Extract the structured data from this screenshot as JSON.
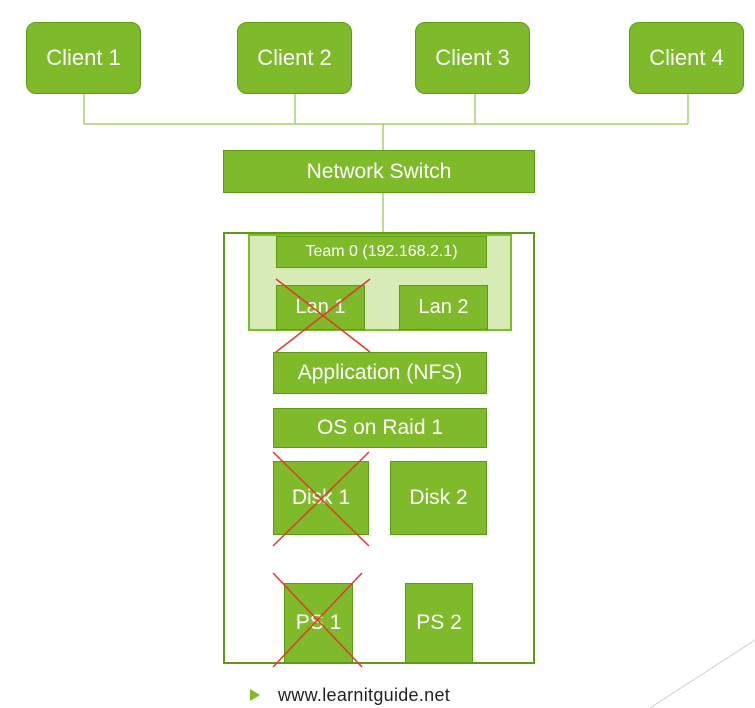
{
  "clients": [
    "Client 1",
    "Client 2",
    "Client 3",
    "Client 4"
  ],
  "network_switch": "Network Switch",
  "team": "Team 0 (192.168.2.1)",
  "lan1": "Lan 1",
  "lan2": "Lan 2",
  "application": "Application (NFS)",
  "os": "OS on Raid 1",
  "disk1": "Disk 1",
  "disk2": "Disk 2",
  "ps1": "PS 1",
  "ps2": "PS 2",
  "footer_url": "www.learnitguide.net",
  "colors": {
    "box_green": "#7fba2a",
    "team_bg": "#d6ebb5",
    "failed_mark": "#e03a2f"
  },
  "failed_components": [
    "Lan 1",
    "Disk 1",
    "PS 1"
  ]
}
